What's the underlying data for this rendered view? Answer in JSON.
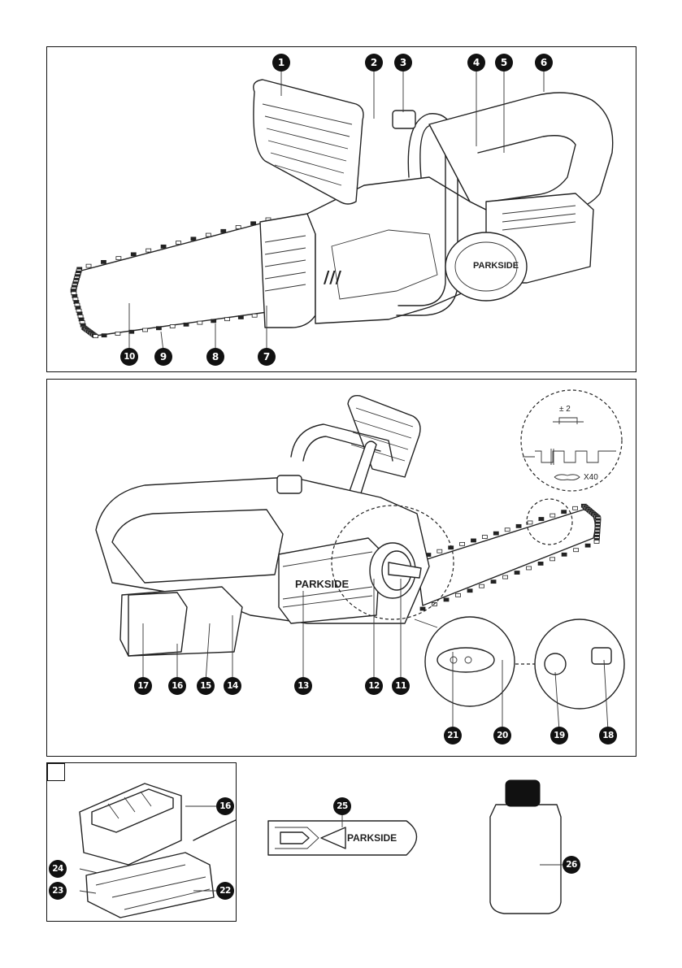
{
  "figure_a": {
    "callouts": [
      "1",
      "2",
      "3",
      "4",
      "5",
      "6",
      "7",
      "8",
      "9",
      "10"
    ]
  },
  "figure_b": {
    "callouts": [
      "11",
      "12",
      "13",
      "14",
      "15",
      "16",
      "17",
      "18",
      "19",
      "20",
      "21"
    ],
    "brand_text": "PARKSIDE",
    "detail_chain": {
      "dimension_label": "± 2",
      "count_label": "X40"
    }
  },
  "figure_c": {
    "callouts": [
      "16",
      "22",
      "23",
      "24"
    ]
  },
  "accessories": {
    "callouts": [
      "25",
      "26"
    ],
    "cover_brand_text": "PARKSIDE"
  }
}
